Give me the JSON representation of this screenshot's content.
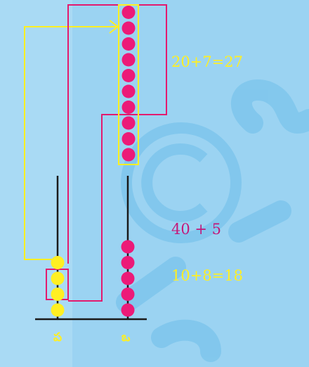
{
  "colors": {
    "background": "#9bd3f2",
    "left_column_band": "#a9daf4",
    "watermark": "#6fbfe9",
    "yellow": "#ffef22",
    "magenta": "#ec1a78",
    "frame_magenta": "#e31a6e",
    "text_magenta": "#c2187a",
    "rod": "#1a1a1a"
  },
  "watermark_icon": "copyright-watermark-icon",
  "abacus": {
    "columns": [
      {
        "label": "ప",
        "bead_count": 4,
        "bead_color": "yellow"
      },
      {
        "label": "ఒ",
        "bead_count": 5,
        "bead_color": "magenta"
      }
    ],
    "moved_beads": {
      "count": 10,
      "bead_color": "magenta"
    }
  },
  "equations": {
    "top": "20+7=27",
    "middle": "40 + 5",
    "bottom": "10+8=18"
  }
}
